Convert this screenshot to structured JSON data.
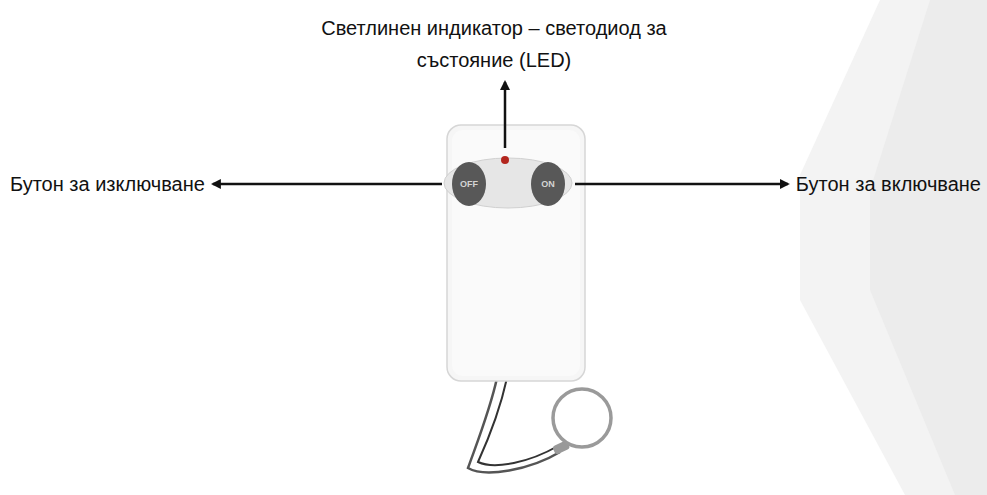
{
  "diagram": {
    "labels": [
      "Светлинен индикатор – светодиод за състояние (LED)",
      "Бутон за изключване",
      "Бутон за включване",
      "OFF",
      "ON"
    ]
  }
}
